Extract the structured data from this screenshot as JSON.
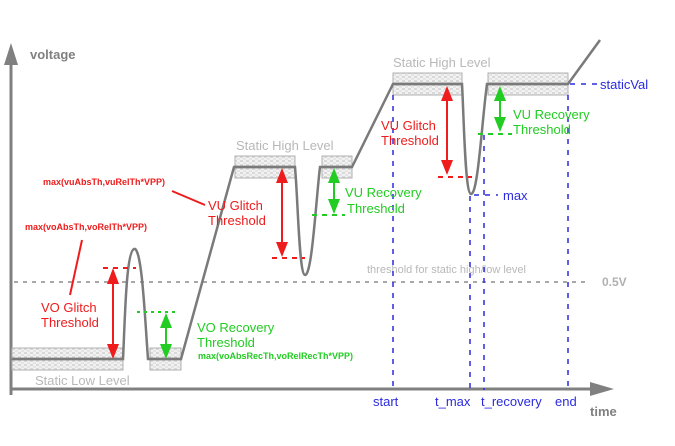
{
  "axes": {
    "y_label": "voltage",
    "x_label": "time"
  },
  "levels": {
    "static_low": "Static Low Level",
    "static_high_1": "Static High Level",
    "static_high_2": "Static High Level",
    "threshold_line_label": "threshold for static high/low level",
    "threshold_value": "0.5V"
  },
  "vo_glitch": {
    "label_line1": "VO Glitch",
    "label_line2": "Threshold",
    "formula": "max(voAbsTh,voRelTh*VPP)"
  },
  "vo_recovery": {
    "label_line1": "VO Recovery",
    "label_line2": "Threshold",
    "formula": "max(voAbsRecTh,voRelRecTh*VPP)"
  },
  "vu_glitch_1": {
    "label_line1": "VU Glitch",
    "label_line2": "Threshold",
    "formula": "max(vuAbsTh,vuRelTh*VPP)"
  },
  "vu_recovery_1": {
    "label_line1": "VU Recovery",
    "label_line2": "Threshold"
  },
  "vu_glitch_2": {
    "label_line1": "VU Glitch",
    "label_line2": "Threshold"
  },
  "vu_recovery_2": {
    "label_line1": "VU Recovery",
    "label_line2": "Threshold"
  },
  "markers": {
    "static_val": "staticVal",
    "max": "max",
    "start": "start",
    "t_max": "t_max",
    "t_recovery": "t_recovery",
    "end": "end"
  },
  "colors": {
    "axis": "#808080",
    "signal": "#7a7a7a",
    "glitch": "#ee1c1c",
    "recovery": "#22cc22",
    "marker": "#2a2ae0",
    "level_text": "#b8b8b8"
  }
}
